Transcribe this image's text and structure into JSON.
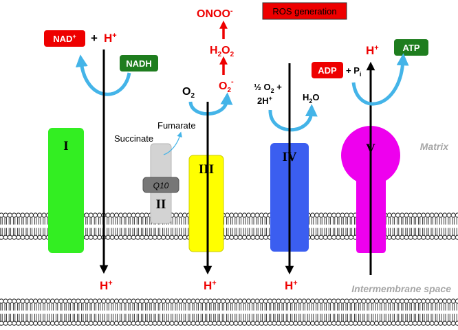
{
  "colors": {
    "complex_1": "#33ee22",
    "complex_2": "#d3d3d3",
    "q10": "#777777",
    "complex_3": "#ffff00",
    "complex_4": "#3b5ef0",
    "complex_5": "#ee00ee",
    "label_red": "#ee0000",
    "label_green": "#1e7d1e",
    "curve_blue": "#44b4e8",
    "region_gray": "#a6a6a6"
  },
  "regions": {
    "matrix": "Matrix",
    "intermembrane": "Intermembrane space"
  },
  "complexes": {
    "c1": "I",
    "c2": "II",
    "q10": "Q10",
    "c3": "III",
    "c4": "IV",
    "c5": "V"
  },
  "complex1": {
    "nad_base": "NAD",
    "nad_sup": "+",
    "plus": "+",
    "proton_base": "H",
    "proton_sup": "+",
    "nadh": "NADH",
    "proton_out_base": "H",
    "proton_out_sup": "+"
  },
  "complex2": {
    "succinate": "Succinate",
    "fumarate": "Fumarate"
  },
  "complex3": {
    "o2_base": "O",
    "o2_sub": "2",
    "superoxide_base": "O",
    "superoxide_sub": "2",
    "superoxide_sup": "-",
    "h2o2_h": "H",
    "h2o2_sub1": "2",
    "h2o2_o": "O",
    "h2o2_sub2": "2",
    "peroxynitrite_base": "ONOO",
    "peroxynitrite_sup": "-",
    "proton_out_base": "H",
    "proton_out_sup": "+"
  },
  "ros_box": "ROS generation",
  "complex4": {
    "oxygen_line1_prefix": "½ O",
    "oxygen_line1_sub": "2",
    "oxygen_line1_suffix": " +",
    "oxygen_line2_prefix": "2H",
    "oxygen_line2_sup": "+",
    "water_h": "H",
    "water_sub": "2",
    "water_o": "O",
    "proton_out_base": "H",
    "proton_out_sup": "+"
  },
  "complex5": {
    "adp": "ADP",
    "pi_prefix": "+ P",
    "pi_sub": "i",
    "atp": "ATP",
    "proton_in_base": "H",
    "proton_in_sup": "+"
  }
}
